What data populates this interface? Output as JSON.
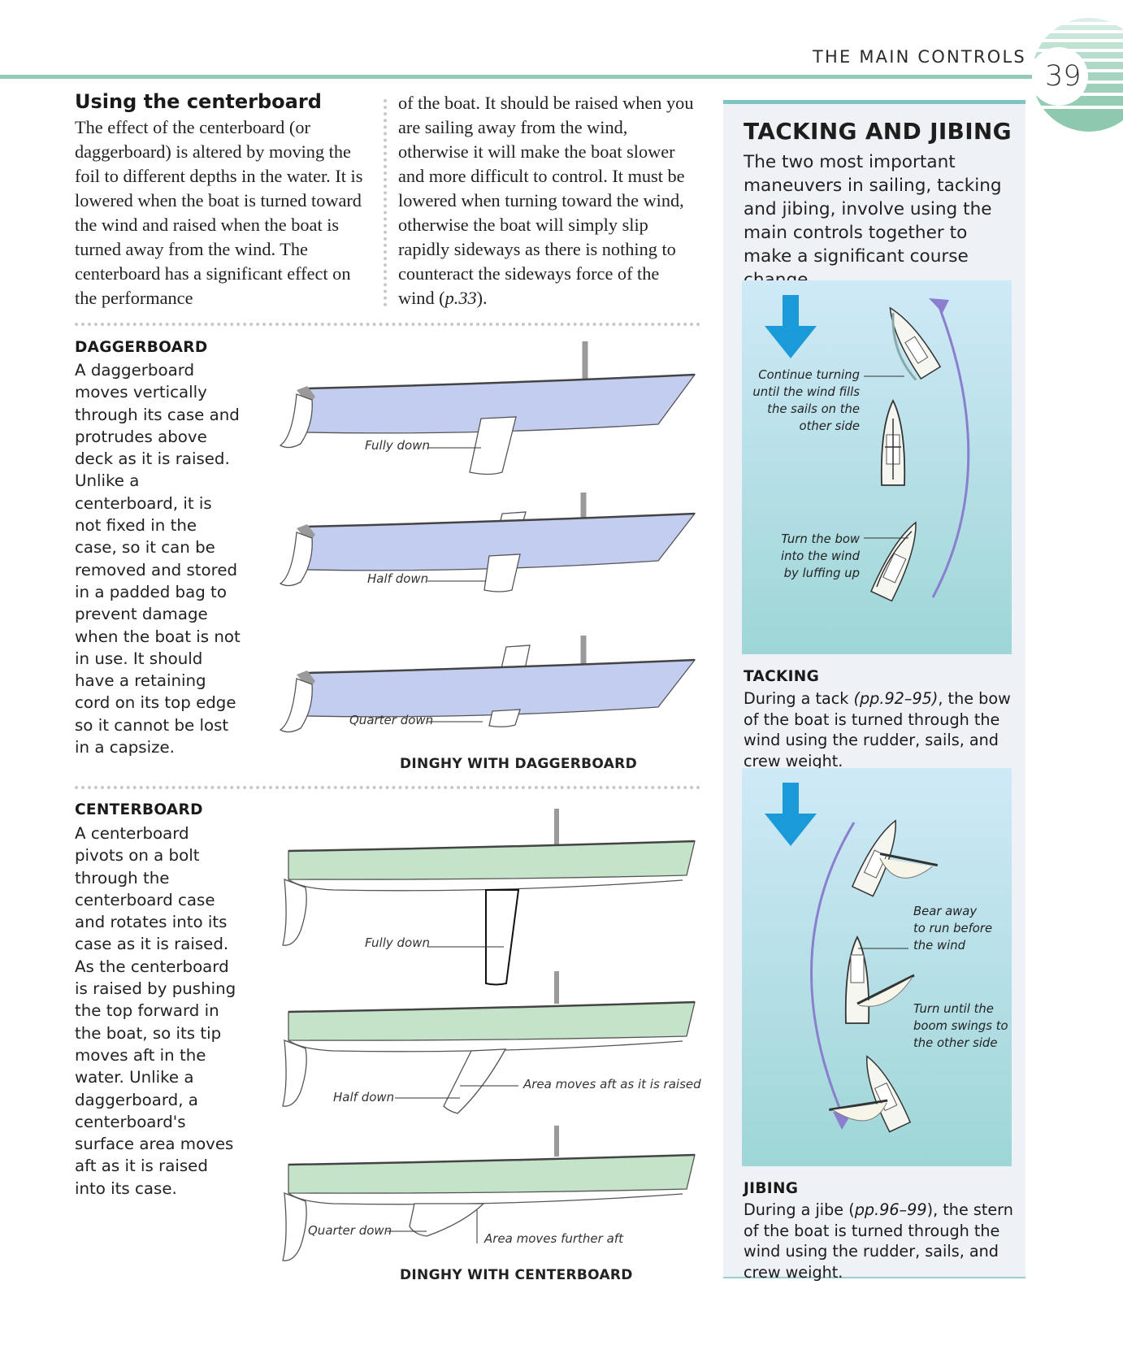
{
  "header": {
    "section_title": "THE MAIN CONTROLS",
    "page_number": "39",
    "accent_color": "#93cbb4"
  },
  "intro": {
    "heading": "Using the centerboard",
    "col1": "The effect of the centerboard (or daggerboard) is altered by moving the foil to different depths in the water. It is lowered when the boat is turned toward the wind and raised when the boat is turned away from the wind. The centerboard has a significant effect on the performance",
    "col2_main": "of the boat. It should be raised when you are sailing away from the wind, otherwise it will make the boat slower and more difficult to control. It must be lowered when turning toward the wind, otherwise the boat will simply slip rapidly sideways as there is nothing to counteract the sideways force of the wind (",
    "col2_ref": "p.33",
    "col2_end": ")."
  },
  "daggerboard": {
    "heading": "DAGGERBOARD",
    "text": "A daggerboard moves vertically through its case and protrudes above deck as it is raised. Unlike a centerboard, it is not fixed in the case, so it can be removed and stored in a padded bag to prevent damage when the boat is not in use. It should have a retaining cord on its top edge so it cannot be lost in a capsize.",
    "labels": [
      "Fully down",
      "Half down",
      "Quarter down"
    ],
    "caption": "DINGHY WITH DAGGERBOARD",
    "hull_color": "#c3cdf0"
  },
  "centerboard": {
    "heading": "CENTERBOARD",
    "text": "A centerboard pivots on a bolt through the centerboard case and rotates into its case as it is raised. As the centerboard is raised by pushing the top forward in the boat, so its tip moves aft in the water. Unlike a daggerboard, a centerboard's surface area moves aft as it is raised into its case.",
    "labels": [
      "Fully down",
      "Half down",
      "Area moves aft as it is raised",
      "Quarter down",
      "Area moves further aft"
    ],
    "caption": "DINGHY WITH CENTERBOARD",
    "hull_color": "#c5e3c8"
  },
  "sidebar": {
    "title": "TACKING AND JIBING",
    "intro": "The two most important maneuvers in sailing, tacking and jibing, involve using the main controls together to make a significant course change.",
    "tacking": {
      "label_top": [
        "Continue turning",
        "until the wind fills",
        "the sails on the",
        "other side"
      ],
      "label_bottom": [
        "Turn the bow",
        "into the wind",
        "by luffing up"
      ],
      "heading": "TACKING",
      "text_pre": "During a tack ",
      "ref": "(pp.92–95)",
      "text_post": ", the bow of the boat is turned through the wind using the rudder, sails, and crew weight."
    },
    "jibing": {
      "label_top": [
        "Bear away",
        "to run before",
        "the wind"
      ],
      "label_bottom": [
        "Turn until the",
        "boom swings to",
        "the other side"
      ],
      "heading": "JIBING",
      "text_pre": "During a jibe (",
      "ref": "pp.96–99",
      "text_post": "), the stern of the boat is turned through the wind using the rudder, sails, and crew weight."
    },
    "arrow_color": "#1a9ad8",
    "curve_color": "#8a7fcf"
  }
}
